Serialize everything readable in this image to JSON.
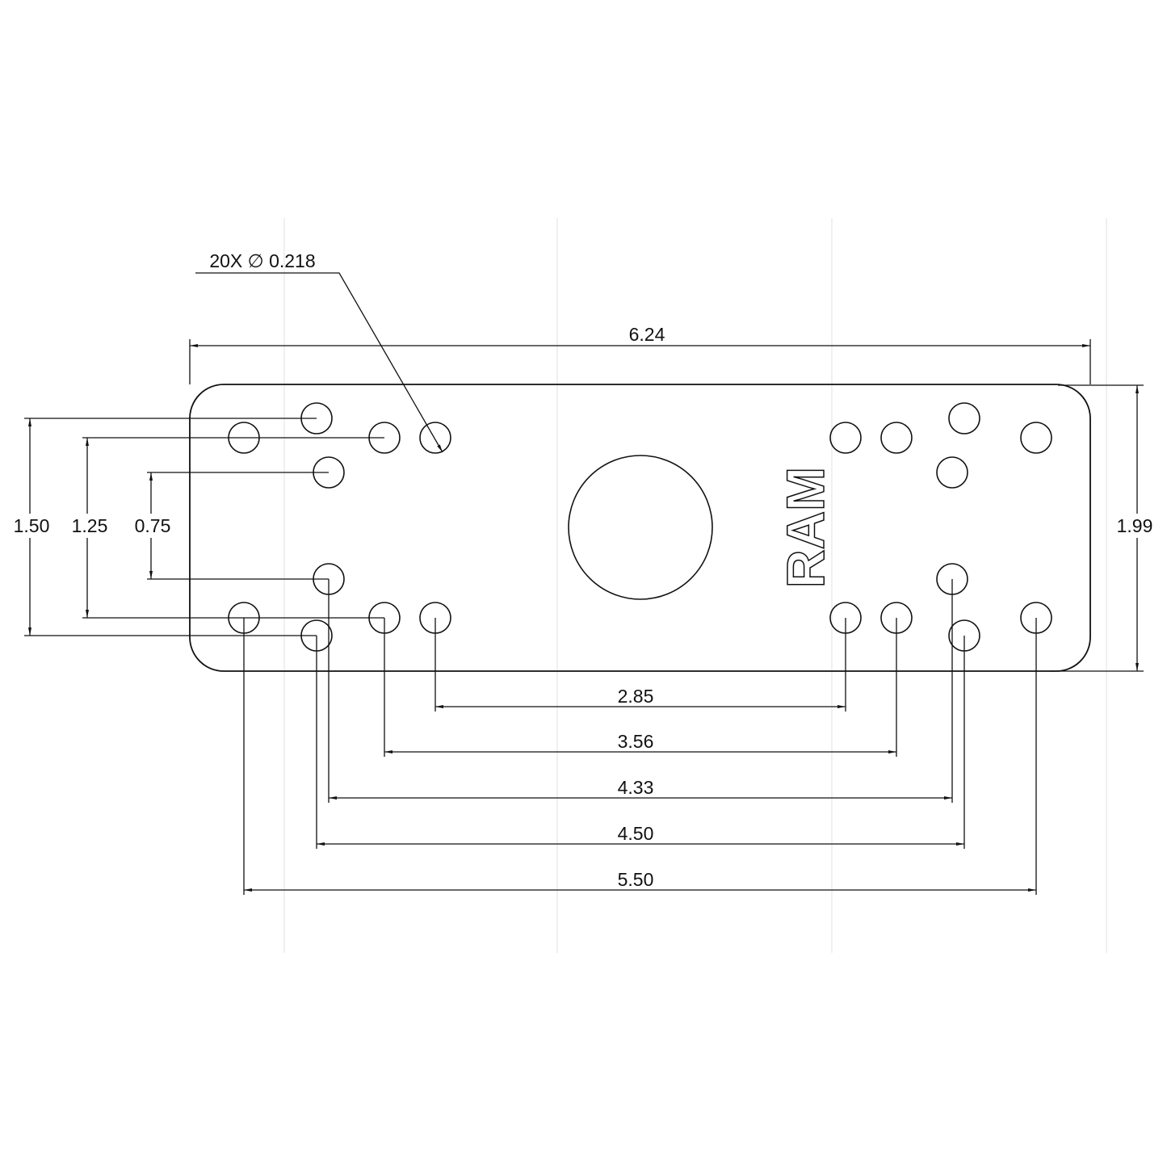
{
  "drawing": {
    "callout": "20X ∅ 0.218",
    "logo_text": "RAM",
    "dimensions": {
      "overall_width": "6.24",
      "overall_height": "1.99",
      "v_1_50": "1.50",
      "v_1_25": "1.25",
      "v_0_75": "0.75",
      "h_2_85": "2.85",
      "h_3_56": "3.56",
      "h_4_33": "4.33",
      "h_4_50": "4.50",
      "h_5_50": "5.50"
    }
  }
}
